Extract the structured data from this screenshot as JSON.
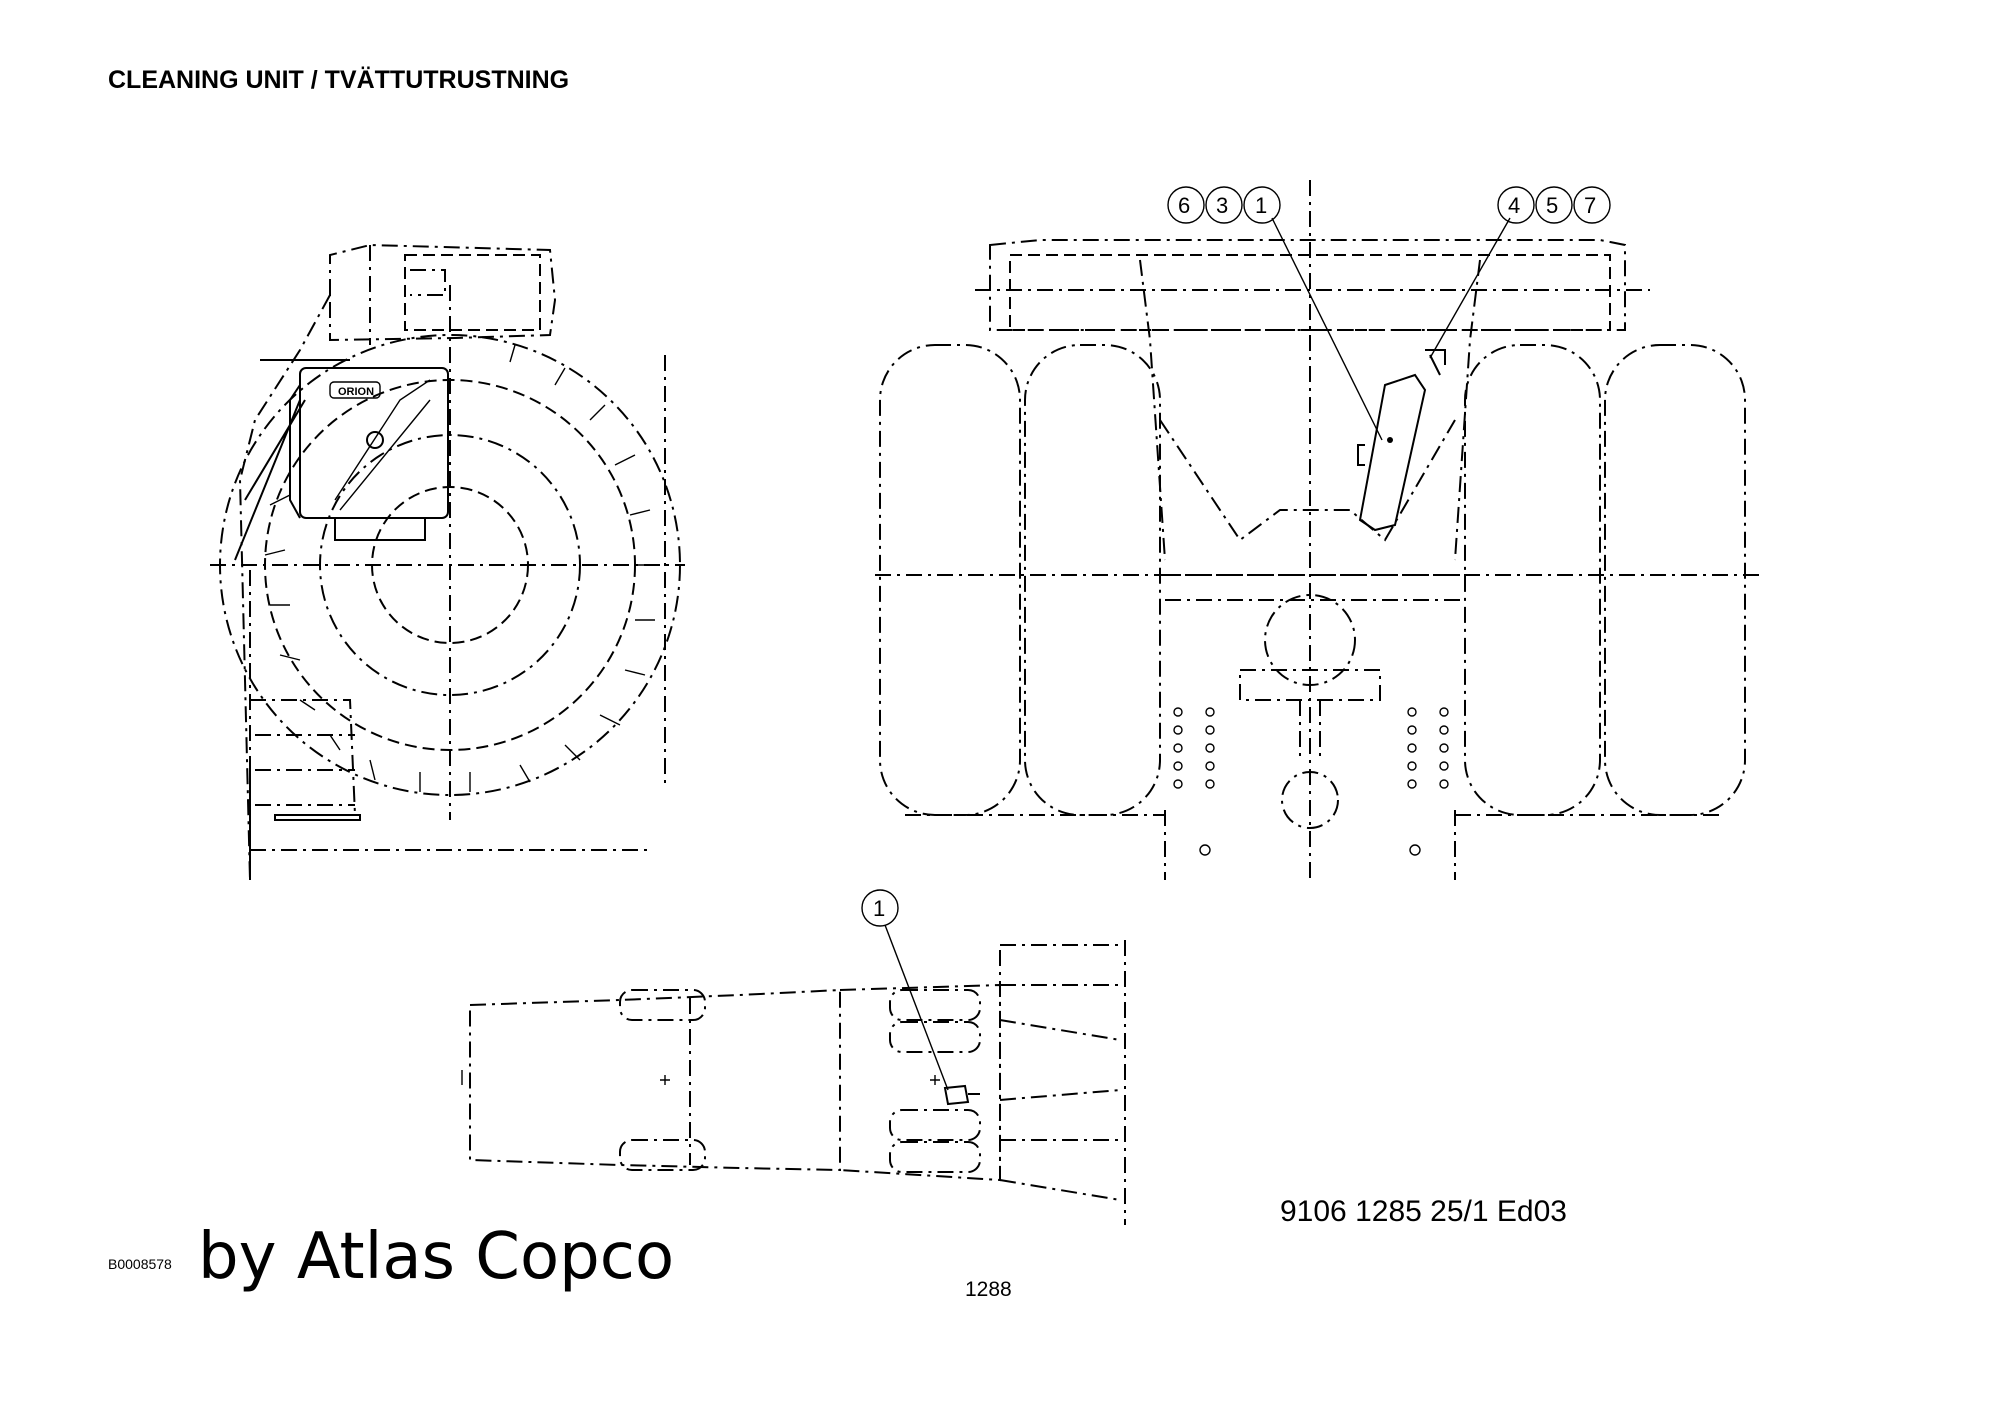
{
  "title": "CLEANING UNIT / TVÄTTUTRUSTNING",
  "document_number": "9106 1285 25/1  Ed03",
  "reference": "B0008578",
  "brand": "by Atlas Copco",
  "page_number": "1288",
  "logo_text": "ORION",
  "callouts": {
    "front_left": [
      "6",
      "3",
      "1"
    ],
    "front_right": [
      "4",
      "5",
      "7"
    ],
    "top_view": [
      "1"
    ]
  }
}
